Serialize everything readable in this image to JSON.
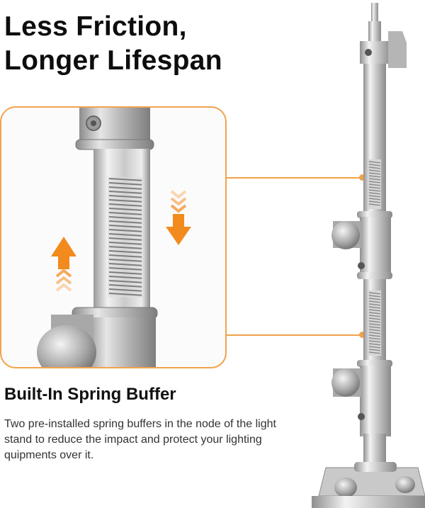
{
  "headline": {
    "line1": "Less Friction,",
    "line2": "Longer Lifespan"
  },
  "feature": {
    "title": "Built-In Spring Buffer",
    "description": "Two pre-installed spring buffers in the node of the light stand to reduce the impact and protect your lighting quipments over it."
  },
  "colors": {
    "accent": "#f3a24b",
    "arrow": "#f28a1e",
    "metal_light": "#e8e8e8",
    "metal_dark": "#8d8d8d"
  },
  "icons": {
    "up_arrow": "up-arrow-icon",
    "down_arrow": "down-arrow-icon"
  }
}
